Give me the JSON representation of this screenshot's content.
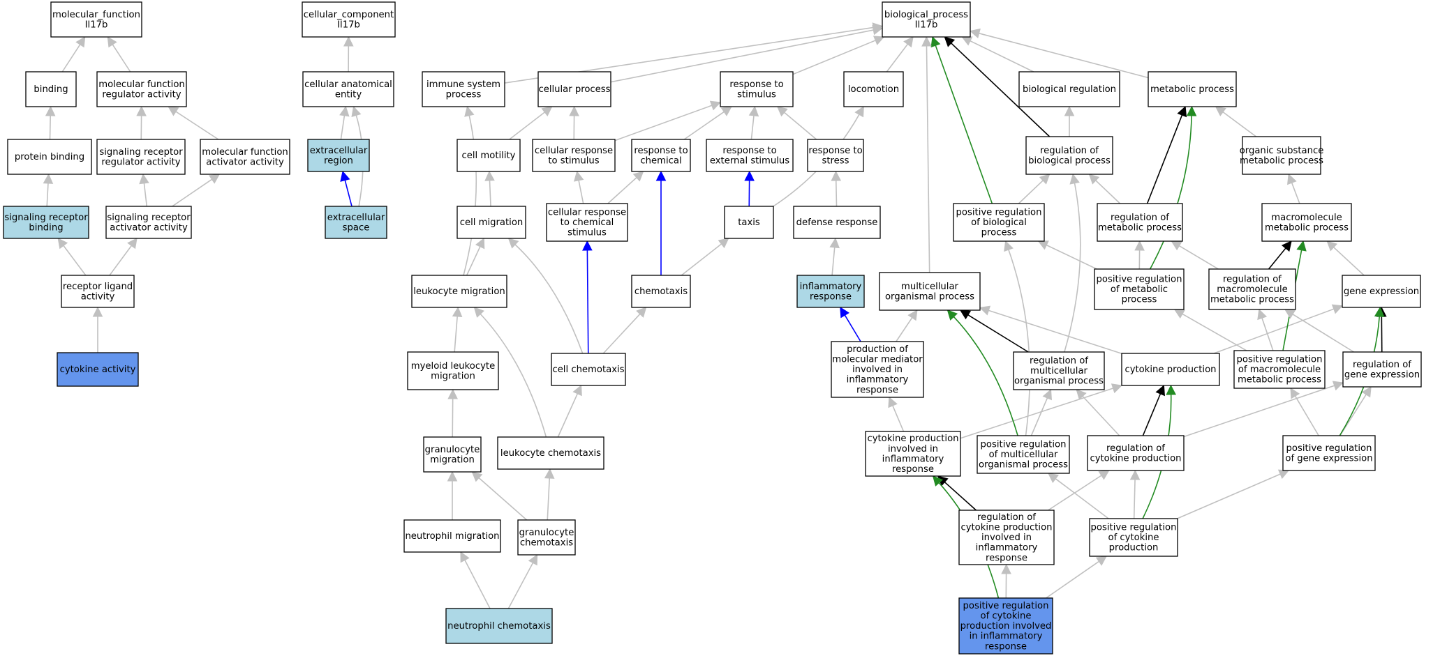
{
  "colors": {
    "plain": "#ffffff",
    "light": "#add8e6",
    "strong": "#6495ed",
    "edge_grey": "#c0c0c0",
    "edge_black": "#000000",
    "edge_blue": "#0000ff",
    "edge_green": "#228b22"
  },
  "nodes": [
    {
      "id": "mf_root",
      "lines": [
        "molecular_function",
        "Il17b"
      ],
      "fill": "plain"
    },
    {
      "id": "binding",
      "lines": [
        "binding"
      ],
      "fill": "plain"
    },
    {
      "id": "mf_reg",
      "lines": [
        "molecular function",
        "regulator activity"
      ],
      "fill": "plain"
    },
    {
      "id": "protein_binding",
      "lines": [
        "protein binding"
      ],
      "fill": "plain"
    },
    {
      "id": "sig_rec_reg",
      "lines": [
        "signaling receptor",
        "regulator activity"
      ],
      "fill": "plain"
    },
    {
      "id": "mf_act",
      "lines": [
        "molecular function",
        "activator activity"
      ],
      "fill": "plain"
    },
    {
      "id": "sig_rec_binding",
      "lines": [
        "signaling receptor",
        "binding"
      ],
      "fill": "light"
    },
    {
      "id": "sig_rec_act",
      "lines": [
        "signaling receptor",
        "activator activity"
      ],
      "fill": "plain"
    },
    {
      "id": "rec_ligand",
      "lines": [
        "receptor ligand",
        "activity"
      ],
      "fill": "plain"
    },
    {
      "id": "cytokine_activity",
      "lines": [
        "cytokine activity"
      ],
      "fill": "strong"
    },
    {
      "id": "cc_root",
      "lines": [
        "cellular_component",
        "Il17b"
      ],
      "fill": "plain"
    },
    {
      "id": "cell_anat",
      "lines": [
        "cellular anatomical",
        "entity"
      ],
      "fill": "plain"
    },
    {
      "id": "extracell_region",
      "lines": [
        "extracellular",
        "region"
      ],
      "fill": "light"
    },
    {
      "id": "extracell_space",
      "lines": [
        "extracellular",
        "space"
      ],
      "fill": "light"
    },
    {
      "id": "bp_root",
      "lines": [
        "biological_process",
        "Il17b"
      ],
      "fill": "plain"
    },
    {
      "id": "immune",
      "lines": [
        "immune system",
        "process"
      ],
      "fill": "plain"
    },
    {
      "id": "cellular_process",
      "lines": [
        "cellular process"
      ],
      "fill": "plain"
    },
    {
      "id": "resp_stim",
      "lines": [
        "response to",
        "stimulus"
      ],
      "fill": "plain"
    },
    {
      "id": "locomotion",
      "lines": [
        "locomotion"
      ],
      "fill": "plain"
    },
    {
      "id": "bio_reg",
      "lines": [
        "biological regulation"
      ],
      "fill": "plain"
    },
    {
      "id": "metabolic",
      "lines": [
        "metabolic process"
      ],
      "fill": "plain"
    },
    {
      "id": "cell_motility",
      "lines": [
        "cell motility"
      ],
      "fill": "plain"
    },
    {
      "id": "cell_resp_stim",
      "lines": [
        "cellular response",
        "to stimulus"
      ],
      "fill": "plain"
    },
    {
      "id": "resp_chem",
      "lines": [
        "response to",
        "chemical"
      ],
      "fill": "plain"
    },
    {
      "id": "resp_ext",
      "lines": [
        "response to",
        "external stimulus"
      ],
      "fill": "plain"
    },
    {
      "id": "resp_stress",
      "lines": [
        "response to",
        "stress"
      ],
      "fill": "plain"
    },
    {
      "id": "reg_bio",
      "lines": [
        "regulation of",
        "biological process"
      ],
      "fill": "plain"
    },
    {
      "id": "org_sub",
      "lines": [
        "organic substance",
        "metabolic process"
      ],
      "fill": "plain"
    },
    {
      "id": "cell_migration",
      "lines": [
        "cell migration"
      ],
      "fill": "plain"
    },
    {
      "id": "cell_resp_chem",
      "lines": [
        "cellular response",
        "to chemical",
        "stimulus"
      ],
      "fill": "plain"
    },
    {
      "id": "taxis",
      "lines": [
        "taxis"
      ],
      "fill": "plain"
    },
    {
      "id": "defense",
      "lines": [
        "defense response"
      ],
      "fill": "plain"
    },
    {
      "id": "pos_reg_bio",
      "lines": [
        "positive regulation",
        "of biological",
        "process"
      ],
      "fill": "plain"
    },
    {
      "id": "reg_met",
      "lines": [
        "regulation of",
        "metabolic process"
      ],
      "fill": "plain"
    },
    {
      "id": "macro_met",
      "lines": [
        "macromolecule",
        "metabolic process"
      ],
      "fill": "plain"
    },
    {
      "id": "leuk_mig",
      "lines": [
        "leukocyte migration"
      ],
      "fill": "plain"
    },
    {
      "id": "chemotaxis",
      "lines": [
        "chemotaxis"
      ],
      "fill": "plain"
    },
    {
      "id": "inflam",
      "lines": [
        "inflammatory",
        "response"
      ],
      "fill": "light"
    },
    {
      "id": "multicell",
      "lines": [
        "multicellular",
        "organismal process"
      ],
      "fill": "plain"
    },
    {
      "id": "pos_reg_met",
      "lines": [
        "positive regulation",
        "of metabolic",
        "process"
      ],
      "fill": "plain"
    },
    {
      "id": "reg_macro",
      "lines": [
        "regulation of",
        "macromolecule",
        "metabolic process"
      ],
      "fill": "plain"
    },
    {
      "id": "gene_expr",
      "lines": [
        "gene expression"
      ],
      "fill": "plain"
    },
    {
      "id": "myeloid",
      "lines": [
        "myeloid leukocyte",
        "migration"
      ],
      "fill": "plain"
    },
    {
      "id": "cell_chemo",
      "lines": [
        "cell chemotaxis"
      ],
      "fill": "plain"
    },
    {
      "id": "prod_mol",
      "lines": [
        "production of",
        "molecular mediator",
        "involved in",
        "inflammatory",
        "response"
      ],
      "fill": "plain"
    },
    {
      "id": "reg_multi",
      "lines": [
        "regulation of",
        "multicellular",
        "organismal process"
      ],
      "fill": "plain"
    },
    {
      "id": "cyto_prod",
      "lines": [
        "cytokine production"
      ],
      "fill": "plain"
    },
    {
      "id": "pos_reg_macro",
      "lines": [
        "positive regulation",
        "of macromolecule",
        "metabolic process"
      ],
      "fill": "plain"
    },
    {
      "id": "reg_gene",
      "lines": [
        "regulation of",
        "gene expression"
      ],
      "fill": "plain"
    },
    {
      "id": "gran_mig",
      "lines": [
        "granulocyte",
        "migration"
      ],
      "fill": "plain"
    },
    {
      "id": "leuk_chemo",
      "lines": [
        "leukocyte chemotaxis"
      ],
      "fill": "plain"
    },
    {
      "id": "cyto_prod_inflam",
      "lines": [
        "cytokine production",
        "involved in",
        "inflammatory",
        "response"
      ],
      "fill": "plain"
    },
    {
      "id": "pos_reg_multi",
      "lines": [
        "positive regulation",
        "of multicellular",
        "organismal process"
      ],
      "fill": "plain"
    },
    {
      "id": "reg_cyto",
      "lines": [
        "regulation of",
        "cytokine production"
      ],
      "fill": "plain"
    },
    {
      "id": "pos_reg_gene",
      "lines": [
        "positive regulation",
        "of gene expression"
      ],
      "fill": "plain"
    },
    {
      "id": "neut_mig",
      "lines": [
        "neutrophil migration"
      ],
      "fill": "plain"
    },
    {
      "id": "gran_chemo",
      "lines": [
        "granulocyte",
        "chemotaxis"
      ],
      "fill": "plain"
    },
    {
      "id": "reg_cyto_inflam",
      "lines": [
        "regulation of",
        "cytokine production",
        "involved in",
        "inflammatory",
        "response"
      ],
      "fill": "plain"
    },
    {
      "id": "pos_reg_cyto",
      "lines": [
        "positive regulation",
        "of cytokine",
        "production"
      ],
      "fill": "plain"
    },
    {
      "id": "neut_chemo",
      "lines": [
        "neutrophil chemotaxis"
      ],
      "fill": "light"
    },
    {
      "id": "pos_reg_cyto_inflam",
      "lines": [
        "positive regulation",
        "of cytokine",
        "production involved",
        "in inflammatory",
        "response"
      ],
      "fill": "strong"
    }
  ],
  "edges": [
    {
      "from": "binding",
      "to": "mf_root",
      "color": "edge_grey"
    },
    {
      "from": "mf_reg",
      "to": "mf_root",
      "color": "edge_grey"
    },
    {
      "from": "protein_binding",
      "to": "binding",
      "color": "edge_grey"
    },
    {
      "from": "sig_rec_reg",
      "to": "mf_reg",
      "color": "edge_grey"
    },
    {
      "from": "mf_act",
      "to": "mf_reg",
      "color": "edge_grey"
    },
    {
      "from": "sig_rec_binding",
      "to": "protein_binding",
      "color": "edge_grey"
    },
    {
      "from": "sig_rec_act",
      "to": "sig_rec_reg",
      "color": "edge_grey"
    },
    {
      "from": "sig_rec_act",
      "to": "mf_act",
      "color": "edge_grey"
    },
    {
      "from": "rec_ligand",
      "to": "sig_rec_binding",
      "color": "edge_grey"
    },
    {
      "from": "rec_ligand",
      "to": "sig_rec_act",
      "color": "edge_grey"
    },
    {
      "from": "cytokine_activity",
      "to": "rec_ligand",
      "color": "edge_grey"
    },
    {
      "from": "cell_anat",
      "to": "cc_root",
      "color": "edge_grey"
    },
    {
      "from": "extracell_region",
      "to": "cell_anat",
      "color": "edge_grey"
    },
    {
      "from": "extracell_space",
      "to": "extracell_region",
      "color": "edge_blue"
    },
    {
      "from": "extracell_space",
      "to": "cell_anat",
      "color": "edge_grey",
      "curve": true
    },
    {
      "from": "immune",
      "to": "bp_root",
      "color": "edge_grey"
    },
    {
      "from": "cellular_process",
      "to": "bp_root",
      "color": "edge_grey"
    },
    {
      "from": "resp_stim",
      "to": "bp_root",
      "color": "edge_grey"
    },
    {
      "from": "locomotion",
      "to": "bp_root",
      "color": "edge_grey"
    },
    {
      "from": "bio_reg",
      "to": "bp_root",
      "color": "edge_grey"
    },
    {
      "from": "metabolic",
      "to": "bp_root",
      "color": "edge_grey"
    },
    {
      "from": "cell_motility",
      "to": "cellular_process",
      "color": "edge_grey"
    },
    {
      "from": "cell_resp_stim",
      "to": "cellular_process",
      "color": "edge_grey"
    },
    {
      "from": "cell_resp_stim",
      "to": "resp_stim",
      "color": "edge_grey"
    },
    {
      "from": "resp_chem",
      "to": "resp_stim",
      "color": "edge_grey"
    },
    {
      "from": "resp_ext",
      "to": "resp_stim",
      "color": "edge_grey"
    },
    {
      "from": "resp_stress",
      "to": "resp_stim",
      "color": "edge_grey"
    },
    {
      "from": "reg_bio",
      "to": "bio_reg",
      "color": "edge_grey"
    },
    {
      "from": "reg_bio",
      "to": "bp_root",
      "color": "edge_black"
    },
    {
      "from": "org_sub",
      "to": "metabolic",
      "color": "edge_grey"
    },
    {
      "from": "cell_migration",
      "to": "cell_motility",
      "color": "edge_grey"
    },
    {
      "from": "cell_resp_chem",
      "to": "cell_resp_stim",
      "color": "edge_grey"
    },
    {
      "from": "cell_resp_chem",
      "to": "resp_chem",
      "color": "edge_grey"
    },
    {
      "from": "taxis",
      "to": "resp_ext",
      "color": "edge_blue"
    },
    {
      "from": "taxis",
      "to": "locomotion",
      "color": "edge_grey",
      "curve": true
    },
    {
      "from": "defense",
      "to": "resp_stress",
      "color": "edge_grey"
    },
    {
      "from": "pos_reg_bio",
      "to": "reg_bio",
      "color": "edge_grey"
    },
    {
      "from": "pos_reg_bio",
      "to": "bp_root",
      "color": "edge_green"
    },
    {
      "from": "reg_met",
      "to": "reg_bio",
      "color": "edge_grey"
    },
    {
      "from": "reg_met",
      "to": "metabolic",
      "color": "edge_black"
    },
    {
      "from": "macro_met",
      "to": "org_sub",
      "color": "edge_grey"
    },
    {
      "from": "leuk_mig",
      "to": "cell_migration",
      "color": "edge_grey"
    },
    {
      "from": "leuk_mig",
      "to": "immune",
      "color": "edge_grey",
      "curve": true
    },
    {
      "from": "chemotaxis",
      "to": "taxis",
      "color": "edge_grey"
    },
    {
      "from": "chemotaxis",
      "to": "resp_chem",
      "color": "edge_blue"
    },
    {
      "from": "inflam",
      "to": "defense",
      "color": "edge_grey"
    },
    {
      "from": "multicell",
      "to": "bp_root",
      "color": "edge_grey"
    },
    {
      "from": "pos_reg_met",
      "to": "pos_reg_bio",
      "color": "edge_grey"
    },
    {
      "from": "pos_reg_met",
      "to": "reg_met",
      "color": "edge_grey"
    },
    {
      "from": "pos_reg_met",
      "to": "metabolic",
      "color": "edge_green",
      "curve": true
    },
    {
      "from": "reg_macro",
      "to": "reg_met",
      "color": "edge_grey"
    },
    {
      "from": "reg_macro",
      "to": "macro_met",
      "color": "edge_black"
    },
    {
      "from": "gene_expr",
      "to": "macro_met",
      "color": "edge_grey"
    },
    {
      "from": "myeloid",
      "to": "leuk_mig",
      "color": "edge_grey"
    },
    {
      "from": "cell_chemo",
      "to": "cell_migration",
      "color": "edge_grey",
      "curve": true
    },
    {
      "from": "cell_chemo",
      "to": "chemotaxis",
      "color": "edge_grey"
    },
    {
      "from": "cell_chemo",
      "to": "cell_resp_chem",
      "color": "edge_blue"
    },
    {
      "from": "prod_mol",
      "to": "multicell",
      "color": "edge_grey"
    },
    {
      "from": "prod_mol",
      "to": "inflam",
      "color": "edge_blue"
    },
    {
      "from": "reg_multi",
      "to": "reg_bio",
      "color": "edge_grey",
      "curve": true
    },
    {
      "from": "reg_multi",
      "to": "multicell",
      "color": "edge_black"
    },
    {
      "from": "cyto_prod",
      "to": "multicell",
      "color": "edge_grey"
    },
    {
      "from": "cyto_prod",
      "to": "gene_expr",
      "color": "edge_grey"
    },
    {
      "from": "pos_reg_macro",
      "to": "pos_reg_met",
      "color": "edge_grey"
    },
    {
      "from": "pos_reg_macro",
      "to": "reg_macro",
      "color": "edge_grey"
    },
    {
      "from": "pos_reg_macro",
      "to": "macro_met",
      "color": "edge_green"
    },
    {
      "from": "reg_gene",
      "to": "reg_macro",
      "color": "edge_grey"
    },
    {
      "from": "reg_gene",
      "to": "gene_expr",
      "color": "edge_black"
    },
    {
      "from": "gran_mig",
      "to": "myeloid",
      "color": "edge_grey"
    },
    {
      "from": "leuk_chemo",
      "to": "leuk_mig",
      "color": "edge_grey",
      "curve": true
    },
    {
      "from": "leuk_chemo",
      "to": "cell_chemo",
      "color": "edge_grey"
    },
    {
      "from": "cyto_prod_inflam",
      "to": "prod_mol",
      "color": "edge_grey"
    },
    {
      "from": "cyto_prod_inflam",
      "to": "cyto_prod",
      "color": "edge_grey"
    },
    {
      "from": "pos_reg_multi",
      "to": "pos_reg_bio",
      "color": "edge_grey",
      "curve": true
    },
    {
      "from": "pos_reg_multi",
      "to": "reg_multi",
      "color": "edge_grey"
    },
    {
      "from": "pos_reg_multi",
      "to": "multicell",
      "color": "edge_green",
      "curve": true
    },
    {
      "from": "reg_cyto",
      "to": "reg_multi",
      "color": "edge_grey"
    },
    {
      "from": "reg_cyto",
      "to": "cyto_prod",
      "color": "edge_black"
    },
    {
      "from": "reg_cyto",
      "to": "reg_gene",
      "color": "edge_grey"
    },
    {
      "from": "pos_reg_gene",
      "to": "reg_gene",
      "color": "edge_grey"
    },
    {
      "from": "pos_reg_gene",
      "to": "pos_reg_macro",
      "color": "edge_grey"
    },
    {
      "from": "pos_reg_gene",
      "to": "gene_expr",
      "color": "edge_green",
      "curve": true
    },
    {
      "from": "neut_mig",
      "to": "gran_mig",
      "color": "edge_grey"
    },
    {
      "from": "gran_chemo",
      "to": "gran_mig",
      "color": "edge_grey"
    },
    {
      "from": "gran_chemo",
      "to": "leuk_chemo",
      "color": "edge_grey"
    },
    {
      "from": "reg_cyto_inflam",
      "to": "cyto_prod_inflam",
      "color": "edge_black"
    },
    {
      "from": "reg_cyto_inflam",
      "to": "reg_cyto",
      "color": "edge_grey"
    },
    {
      "from": "pos_reg_cyto",
      "to": "reg_cyto",
      "color": "edge_grey"
    },
    {
      "from": "pos_reg_cyto",
      "to": "pos_reg_multi",
      "color": "edge_grey"
    },
    {
      "from": "pos_reg_cyto",
      "to": "cyto_prod",
      "color": "edge_green",
      "curve": true
    },
    {
      "from": "pos_reg_cyto",
      "to": "pos_reg_gene",
      "color": "edge_grey"
    },
    {
      "from": "neut_chemo",
      "to": "neut_mig",
      "color": "edge_grey"
    },
    {
      "from": "neut_chemo",
      "to": "gran_chemo",
      "color": "edge_grey"
    },
    {
      "from": "pos_reg_cyto_inflam",
      "to": "reg_cyto_inflam",
      "color": "edge_grey"
    },
    {
      "from": "pos_reg_cyto_inflam",
      "to": "cyto_prod_inflam",
      "color": "edge_green",
      "curve": true
    },
    {
      "from": "pos_reg_cyto_inflam",
      "to": "pos_reg_cyto",
      "color": "edge_grey"
    }
  ]
}
